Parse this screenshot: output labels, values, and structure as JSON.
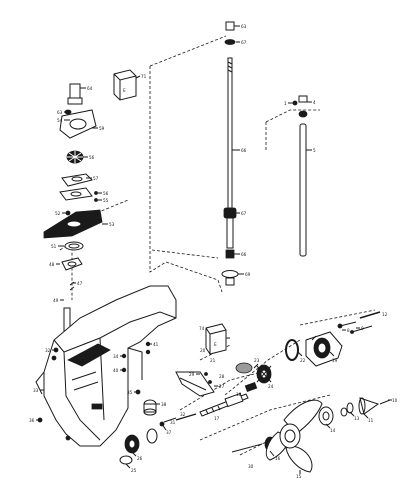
{
  "callouts": {
    "c_top_cap": "63",
    "c_top_seal": "67",
    "c_driveshaft": "66",
    "c_driveshaft_collar": "67",
    "c_bearing": "66",
    "c_bearing_ring": "69",
    "c_shift_nut": "4",
    "c_shift_clip": "1",
    "c_shift_rod": "5",
    "c_kit_box": "71",
    "c_pump_cup": "64",
    "c_pump_ring1": "63",
    "c_pump_ring2": "54",
    "c_pump_housing": "59",
    "c_impeller": "56",
    "c_pump_plate": "57",
    "c_plate_screw1": "56",
    "c_plate_screw2": "55",
    "c_gasket": "58",
    "c_base_screw": "52",
    "c_base_plate": "53",
    "c_oring": "51",
    "c_water_tube": "49",
    "c_tube_grommet": "48",
    "c_tube_stud": "47",
    "c_tube_bolt": "46",
    "c_gear_kit": "74",
    "c_pinion_washer": "23",
    "c_oring_large": "22",
    "c_bearing_carrier": "19",
    "c_carrier_screw": "8",
    "c_carrier_stud": "9",
    "c_prop_nut_pin": "12",
    "c_anode": "27",
    "c_anode_screw": "28",
    "c_anode_washer": "29",
    "c_trim_tab": "31",
    "c_housing": "33",
    "c_drain_screw": "36",
    "c_fill_screw": "35",
    "c_left_screw1": "34",
    "c_left_screw2": "40",
    "c_left_screw3": "41",
    "c_pinion_gear": "26",
    "c_pinion_nut": "25",
    "c_fwd_gear": "37",
    "c_fwd_bearing": "38",
    "c_clutch_dog": "18",
    "c_propshaft": "17",
    "c_reverse_gear": "16",
    "c_thrust_washer": "15",
    "c_propeller": "14",
    "c_spacer": "13",
    "c_prop_nut": "11",
    "c_cotter": "10",
    "c_lower_mount": "30",
    "c_lower_washer": "32",
    "c_lower_screw": "31",
    "c_gear_side": "20",
    "c_gear_side2": "21",
    "c_gear_side3": "24",
    "c_fin_tab": "32"
  },
  "labels": {
    "kit_box_top_text": "E",
    "kit_box_bottom_text": "E"
  }
}
